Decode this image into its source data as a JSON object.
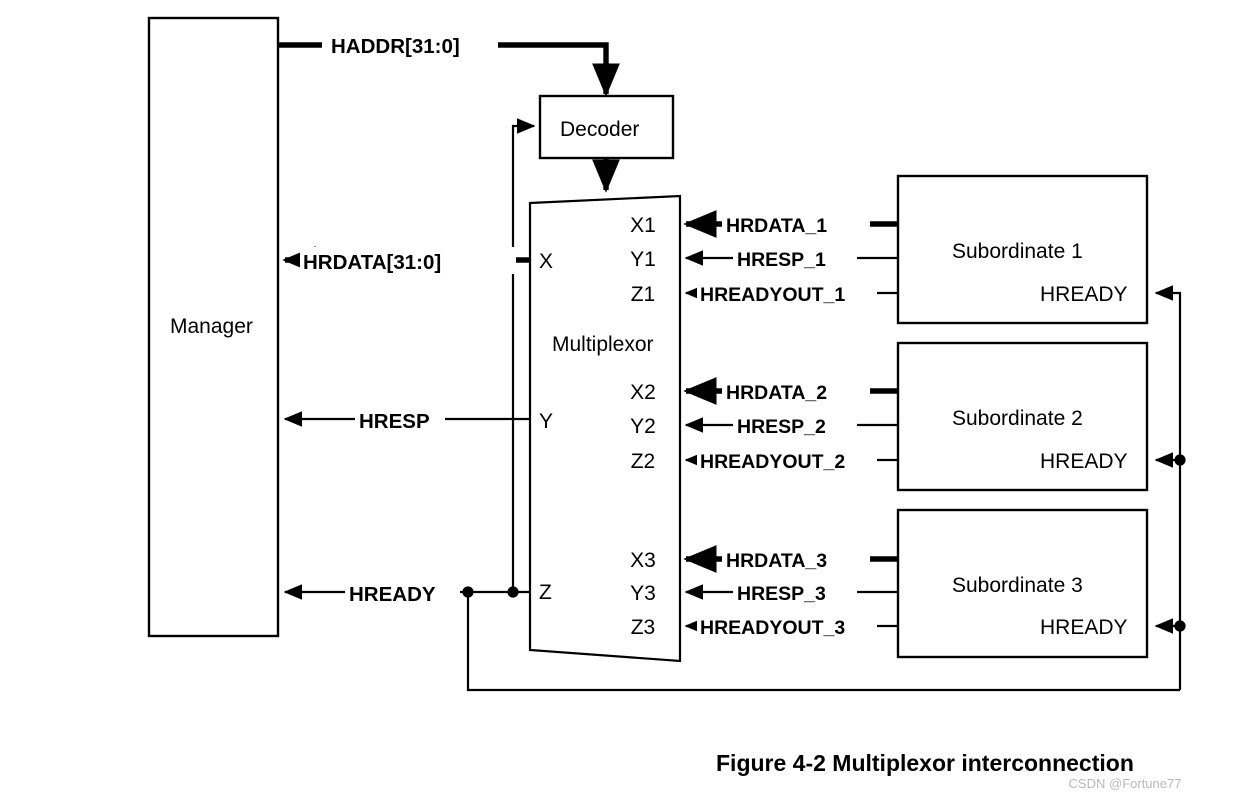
{
  "figure": {
    "caption": "Figure 4-2 Multiplexor interconnection",
    "watermark": "CSDN @Fortune77",
    "background_color": "#ffffff",
    "line_color": "#000000"
  },
  "blocks": {
    "manager": {
      "label": "Manager"
    },
    "decoder": {
      "label": "Decoder"
    },
    "multiplexor": {
      "label": "Multiplexor"
    },
    "subordinates": [
      {
        "label": "Subordinate 1",
        "hready_label": "HREADY"
      },
      {
        "label": "Subordinate 2",
        "hready_label": "HREADY"
      },
      {
        "label": "Subordinate 3",
        "hready_label": "HREADY"
      }
    ]
  },
  "mux_ports": {
    "left": [
      "X",
      "Y",
      "Z"
    ],
    "right_group_1": [
      "X1",
      "Y1",
      "Z1"
    ],
    "right_group_2": [
      "X2",
      "Y2",
      "Z2"
    ],
    "right_group_3": [
      "X3",
      "Y3",
      "Z3"
    ]
  },
  "signals": {
    "manager_to_decoder": "HADDR[31:0]",
    "mux_to_manager": [
      "HRDATA[31:0]",
      "HRESP",
      "HREADY"
    ],
    "subordinate_1": [
      "HRDATA_1",
      "HRESP_1",
      "HREADYOUT_1"
    ],
    "subordinate_2": [
      "HRDATA_2",
      "HRESP_2",
      "HREADYOUT_2"
    ],
    "subordinate_3": [
      "HRDATA_3",
      "HRESP_3",
      "HREADYOUT_3"
    ]
  }
}
